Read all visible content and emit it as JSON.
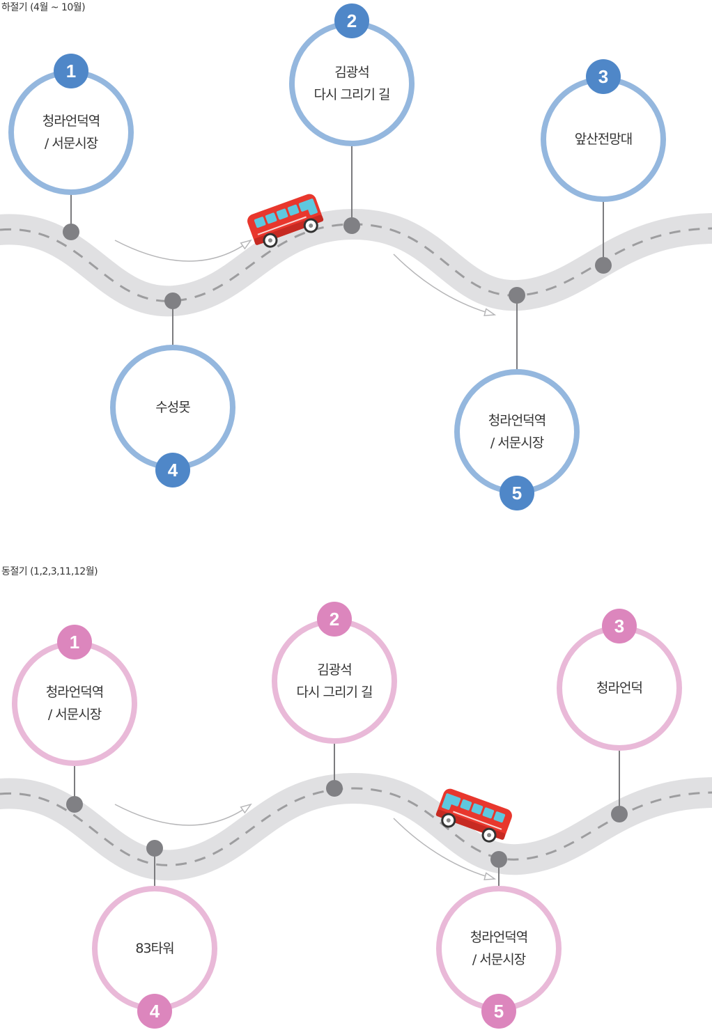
{
  "sections": [
    {
      "id": "summer",
      "title": "하절기 (4월 ~ 10월)",
      "stops": [
        {
          "num": "1",
          "lines": [
            "청라언덕역",
            "/ 서문시장"
          ]
        },
        {
          "num": "2",
          "lines": [
            "김광석",
            "다시 그리기 길"
          ]
        },
        {
          "num": "3",
          "lines": [
            "앞산전망대"
          ]
        },
        {
          "num": "4",
          "lines": [
            "수성못"
          ]
        },
        {
          "num": "5",
          "lines": [
            "청라언덕역",
            "/ 서문시장"
          ]
        }
      ],
      "colors": {
        "ring": "#94b7de",
        "badge": "#4f87c8"
      }
    },
    {
      "id": "winter",
      "title": "동절기 (1,2,3,11,12월)",
      "stops": [
        {
          "num": "1",
          "lines": [
            "청라언덕역",
            "/ 서문시장"
          ]
        },
        {
          "num": "2",
          "lines": [
            "김광석",
            "다시 그리기 길"
          ]
        },
        {
          "num": "3",
          "lines": [
            "청라언덕"
          ]
        },
        {
          "num": "4",
          "lines": [
            "83타워"
          ]
        },
        {
          "num": "5",
          "lines": [
            "청라언덕역",
            "/ 서문시장"
          ]
        }
      ],
      "colors": {
        "ring": "#e9b9d8",
        "badge": "#dc86bd"
      }
    }
  ],
  "icons": {
    "vehicle": "bus-icon",
    "direction": "arrow-icon"
  },
  "colors": {
    "road": "#e0e0e2",
    "road_dash": "#9d9d9f",
    "node": "#808084",
    "connector": "#7b7b7e",
    "bus_body": "#e8372d",
    "bus_window": "#5ec8df"
  }
}
